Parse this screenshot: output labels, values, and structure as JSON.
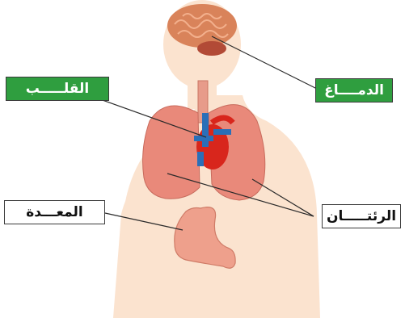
{
  "labels": {
    "brain": "الدمــــاغ",
    "heart": "القلـــــب",
    "lungs": "الرئتـــــان",
    "stomach": "المعـــدة"
  },
  "colors": {
    "skin": "#fbe3cf",
    "green_label": "#2f9e3f",
    "lung": "#e9897a",
    "heart_red": "#d8261c",
    "vessel_blue": "#2a6fb8",
    "brain": "#d9835a",
    "stomach": "#eea08c",
    "leader_line": "#2a2a2a"
  }
}
